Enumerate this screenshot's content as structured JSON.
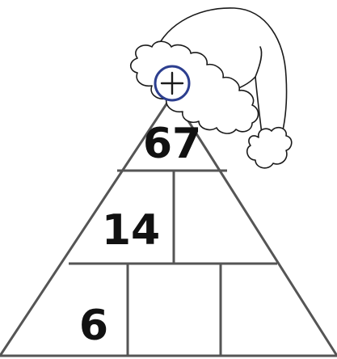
{
  "puzzle": {
    "top_value": "67",
    "middle_left_value": "14",
    "middle_right_value": "",
    "bottom_left_value": "6",
    "bottom_middle_value": "",
    "bottom_right_value": ""
  },
  "icons": {
    "add": "plus-circle-icon",
    "decoration": "santa-hat-icon"
  },
  "colors": {
    "line": "#555555",
    "add_button": "#2d3f8f",
    "text": "#111111"
  }
}
